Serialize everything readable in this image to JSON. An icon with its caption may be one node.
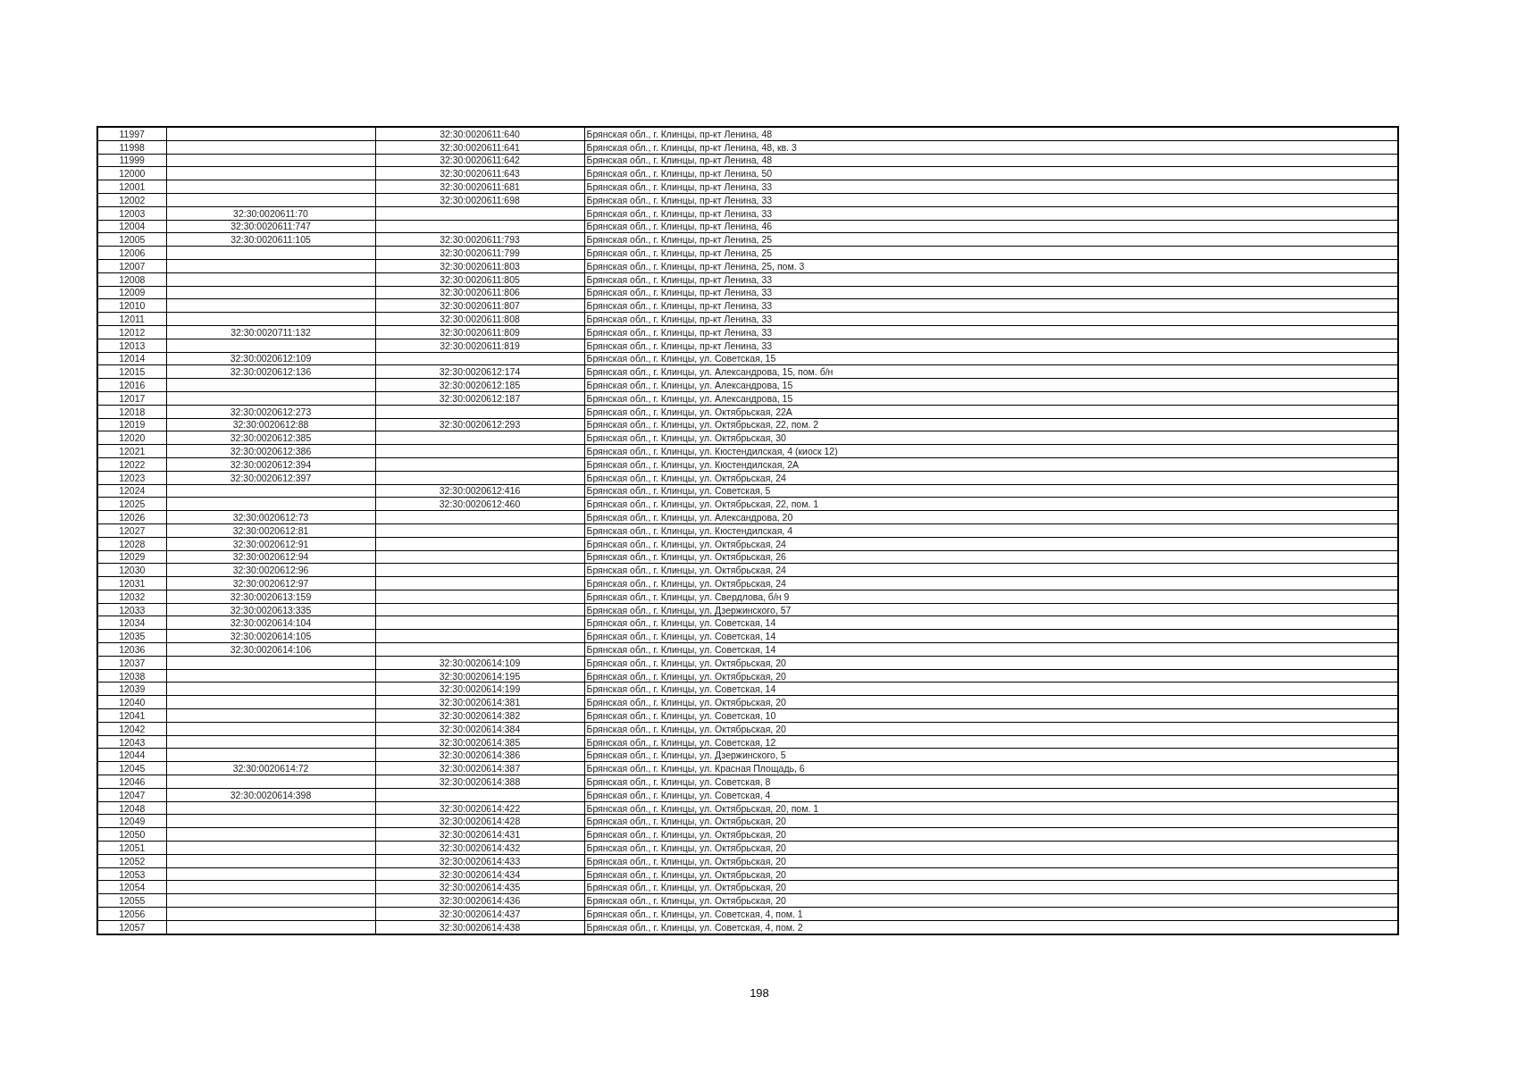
{
  "diagram": {
    "labels": [
      "11997",
      "32:30:0020611:640",
      "Брянская обл., г. Клинцы, пр-кт Ленина, 48",
      "11998",
      "32:30:0020611:641",
      "Брянская обл., г. Клинцы, пр-кт Ленина, 48, кв. 3",
      "11999",
      "32:30:0020611:642",
      "Брянская обл., г. Клинцы, пр-кт Ленина, 48",
      "12000",
      "32:30:0020611:643",
      "Брянская обл., г. Клинцы, пр-кт Ленина, 50",
      "12001",
      "32:30:0020611:681",
      "Брянская обл., г. Клинцы, пр-кт Ленина, 33",
      "12002",
      "32:30:0020611:698",
      "Брянская обл., г. Клинцы, пр-кт Ленина, 33",
      "12003",
      "32:30:0020611:70",
      "Брянская обл., г. Клинцы, пр-кт Ленина, 33",
      "12004",
      "32:30:0020611:747",
      "Брянская обл., г. Клинцы, пр-кт Ленина, 46",
      "12005",
      "32:30:0020611:105",
      "32:30:0020611:793",
      "Брянская обл., г. Клинцы, пр-кт Ленина, 25",
      "12006",
      "32:30:0020611:799",
      "Брянская обл., г. Клинцы, пр-кт Ленина, 25",
      "12007",
      "32:30:0020611:803",
      "Брянская обл., г. Клинцы, пр-кт Ленина, 25, пом. 3",
      "12008",
      "32:30:0020611:805",
      "Брянская обл., г. Клинцы, пр-кт Ленина, 33",
      "12009",
      "32:30:0020611:806",
      "Брянская обл., г. Клинцы, пр-кт Ленина, 33",
      "12010",
      "32:30:0020611:807",
      "Брянская обл., г. Клинцы, пр-кт Ленина, 33",
      "12011",
      "32:30:0020611:808",
      "Брянская обл., г. Клинцы, пр-кт Ленина, 33",
      "12012",
      "32:30:0020711:132",
      "32:30:0020611:809",
      "Брянская обл., г. Клинцы, пр-кт Ленина, 33",
      "12013",
      "32:30:0020611:819",
      "Брянская обл., г. Клинцы, пр-кт Ленина, 33",
      "12014",
      "32:30:0020612:109",
      "Брянская обл., г. Клинцы, ул. Советская, 15",
      "12015",
      "32:30:0020612:136",
      "32:30:0020612:174",
      "Брянская обл., г. Клинцы, ул. Александрова, 15, пом. б/н",
      "12016",
      "32:30:0020612:185",
      "Брянская обл., г. Клинцы, ул. Александрова, 15",
      "12017",
      "32:30:0020612:187",
      "Брянская обл., г. Клинцы, ул. Александрова, 15",
      "12018",
      "32:30:0020612:273",
      "Брянская обл., г. Клинцы, ул. Октябрьская, 22А",
      "12019",
      "32:30:0020612:88",
      "32:30:0020612:293",
      "Брянская обл., г. Клинцы, ул. Октябрьская, 22, пом. 2",
      "12020",
      "32:30:0020612:385",
      "Брянская обл., г. Клинцы, ул. Октябрьская, 30",
      "12021",
      "32:30:0020612:386",
      "Брянская обл., г. Клинцы, ул. Кюстендилская, 4 (киоск 12)",
      "12022",
      "32:30:0020612:394",
      "Брянская обл., г. Клинцы, ул. Кюстендилская, 2А",
      "12023",
      "32:30:0020612:397",
      "Брянская обл., г. Клинцы, ул. Октябрьская, 24",
      "12024",
      "32:30:0020612:416",
      "Брянская обл., г. Клинцы, ул. Советская, 5",
      "12025",
      "32:30:0020612:460",
      "Брянская обл., г. Клинцы, ул. Октябрьская, 22, пом. 1",
      "12026",
      "32:30:0020612:73",
      "Брянская обл., г. Клинцы, ул. Александрова, 20",
      "12027",
      "32:30:0020612:81",
      "Брянская обл., г. Клинцы, ул. Кюстендилская, 4",
      "12028",
      "32:30:0020612:91",
      "Брянская обл., г. Клинцы, ул. Октябрьская, 24",
      "12029",
      "32:30:0020612:94",
      "Брянская обл., г. Клинцы, ул. Октябрьская, 26",
      "12030",
      "32:30:0020612:96",
      "Брянская обл., г. Клинцы, ул. Октябрьская, 24",
      "12031",
      "32:30:0020612:97",
      "Брянская обл., г. Клинцы, ул. Октябрьская, 24",
      "12032",
      "32:30:0020613:159",
      "Брянская обл., г. Клинцы, ул. Свердлова, б/н 9",
      "12033",
      "32:30:0020613:335",
      "Брянская обл., г. Клинцы, ул. Дзержинского, 57",
      "12034",
      "32:30:0020614:104",
      "Брянская обл., г. Клинцы, ул. Советская, 14",
      "12035",
      "32:30:0020614:105",
      "Брянская обл., г. Клинцы, ул. Советская, 14",
      "12036",
      "32:30:0020614:106",
      "Брянская обл., г. Клинцы, ул. Советская, 14",
      "12037",
      "32:30:0020614:109",
      "Брянская обл., г. Клинцы, ул. Октябрьская, 20",
      "12038",
      "32:30:0020614:195",
      "Брянская обл., г. Клинцы, ул. Октябрьская, 20",
      "12039",
      "32:30:0020614:199",
      "Брянская обл., г. Клинцы, ул. Советская, 14",
      "12040",
      "32:30:0020614:381",
      "Брянская обл., г. Клинцы, ул. Октябрьская, 20",
      "12041",
      "32:30:0020614:382",
      "Брянская обл., г. Клинцы, ул. Советская, 10",
      "12042",
      "32:30:0020614:384",
      "Брянская обл., г. Клинцы, ул. Октябрьская, 20",
      "12043",
      "32:30:0020614:385",
      "Брянская обл., г. Клинцы, ул. Советская, 12",
      "12044",
      "32:30:0020614:386",
      "Брянская обл., г. Клинцы, ул. Дзержинского, 5",
      "12045",
      "32:30:0020614:72",
      "32:30:0020614:387",
      "Брянская обл., г. Клинцы, ул. Красная Площадь, 6",
      "12046",
      "32:30:0020614:388",
      "Брянская обл., г. Клинцы, ул. Советская, 8",
      "12047",
      "32:30:0020614:398",
      "Брянская обл., г. Клинцы, ул. Советская, 4",
      "12048",
      "32:30:0020614:422",
      "Брянская обл., г. Клинцы, ул. Октябрьская, 20, пом. 1",
      "12049",
      "32:30:0020614:428",
      "Брянская обл., г. Клинцы, ул. Октябрьская, 20",
      "12050",
      "32:30:0020614:431",
      "Брянская обл., г. Клинцы, ул. Октябрьская, 20",
      "12051",
      "32:30:0020614:432",
      "Брянская обл., г. Клинцы, ул. Октябрьская, 20",
      "12052",
      "32:30:0020614:433",
      "Брянская обл., г. Клинцы, ул. Октябрьская, 20",
      "12053",
      "32:30:0020614:434",
      "Брянская обл., г. Клинцы, ул. Октябрьская, 20",
      "12054",
      "32:30:0020614:435",
      "Брянская обл., г. Клинцы, ул. Октябрьская, 20",
      "12055",
      "32:30:0020614:436",
      "Брянская обл., г. Клинцы, ул. Октябрьская, 20",
      "12056",
      "32:30:0020614:437",
      "Брянская обл., г. Клинцы, ул. Советская, 4, пом. 1",
      "12057",
      "32:30:0020614:438",
      "Брянская обл., г. Клинцы, ул. Советская, 4, пом. 2",
      "198"
    ]
  }
}
